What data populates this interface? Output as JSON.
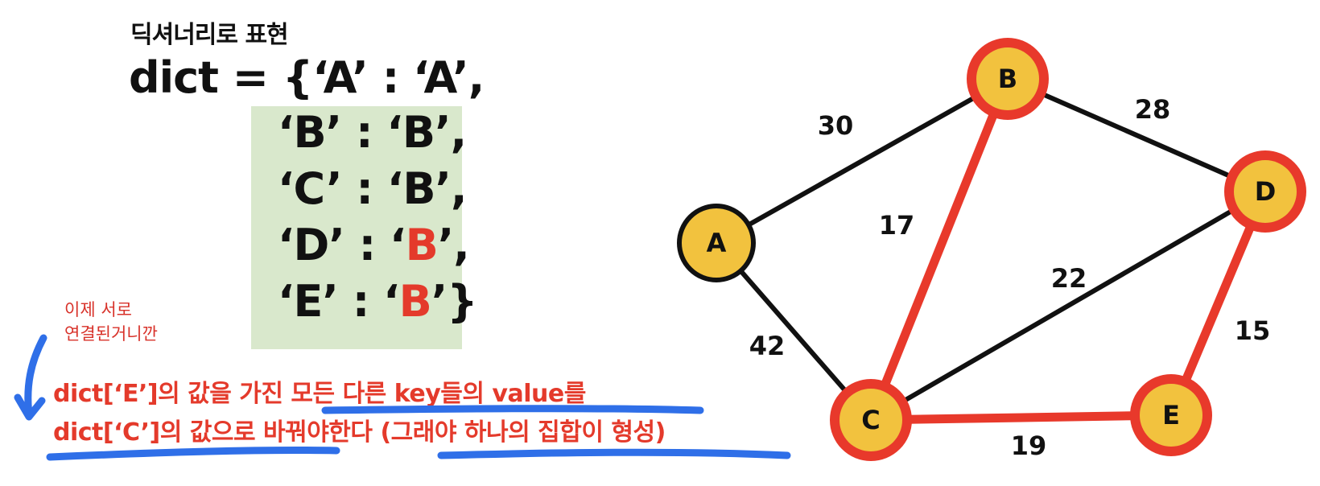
{
  "subtitle": "딕셔너리로 표현",
  "code": {
    "first": "dict = {‘A’ : ‘A’,",
    "rows": [
      {
        "key": "‘B’ : ‘",
        "val": "B",
        "tail": "’,",
        "changed": false
      },
      {
        "key": "‘C’ : ‘",
        "val": "B",
        "tail": "’,",
        "changed": false
      },
      {
        "key": "‘D’ : ‘",
        "val": "B",
        "tail": "’,",
        "changed": true
      },
      {
        "key": "‘E’ : ‘",
        "val": "B",
        "tail": "’}",
        "changed": true
      }
    ]
  },
  "note": {
    "line1": "이제 서로",
    "line2": "연결된거니깐"
  },
  "instruction": {
    "line1": "dict[‘E’]의 값을 가진 모든 다른 key들의 value를",
    "line2": "dict[‘C’]의 값으로 바꿔야한다 (그래야 하나의 집합이 형성)"
  },
  "colors": {
    "node_fill": "#f2c23e",
    "selected_ring": "#e8392b",
    "edge": "#111111",
    "selected_edge": "#e8392b",
    "highlight_box": "#d9e8cc",
    "annotation_red": "#e43a2b",
    "pen_blue": "#2f6fe8"
  },
  "graph": {
    "nodes": [
      {
        "id": "A",
        "selected": false
      },
      {
        "id": "B",
        "selected": true
      },
      {
        "id": "C",
        "selected": true
      },
      {
        "id": "D",
        "selected": true
      },
      {
        "id": "E",
        "selected": true
      }
    ],
    "edges": [
      {
        "from": "A",
        "to": "B",
        "weight": "30",
        "selected": false
      },
      {
        "from": "B",
        "to": "D",
        "weight": "28",
        "selected": false
      },
      {
        "from": "B",
        "to": "C",
        "weight": "17",
        "selected": true
      },
      {
        "from": "C",
        "to": "D",
        "weight": "22",
        "selected": false
      },
      {
        "from": "A",
        "to": "C",
        "weight": "42",
        "selected": false
      },
      {
        "from": "D",
        "to": "E",
        "weight": "15",
        "selected": true
      },
      {
        "from": "C",
        "to": "E",
        "weight": "19",
        "selected": true
      }
    ]
  }
}
